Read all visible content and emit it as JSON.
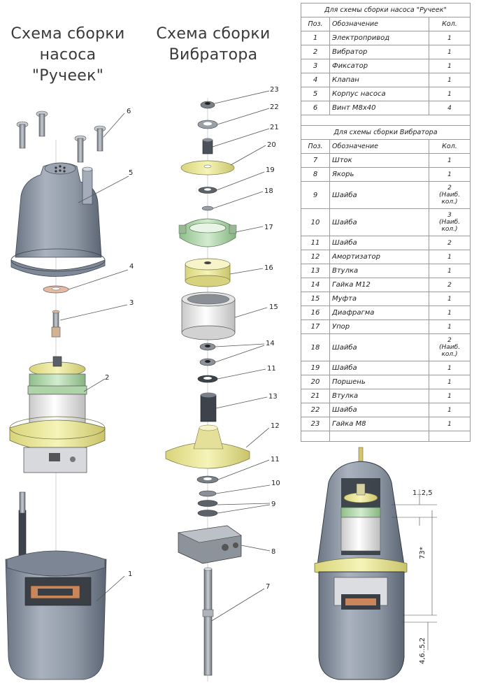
{
  "titles": {
    "left": "Схема сборки насоса \"Ручеек\"",
    "middle": "Схема сборки Вибратора"
  },
  "table": {
    "section1_title": "Для схемы сборки насоса \"Ручеек\"",
    "section2_title": "Для схемы сборки Вибратора",
    "columns": {
      "pos": "Поз.",
      "name": "Обозначение",
      "qty": "Кол."
    },
    "pump_parts": [
      {
        "pos": "1",
        "name": "Электропривод",
        "qty": "1"
      },
      {
        "pos": "2",
        "name": "Вибратор",
        "qty": "1"
      },
      {
        "pos": "3",
        "name": "Фиксатор",
        "qty": "1"
      },
      {
        "pos": "4",
        "name": "Клапан",
        "qty": "1"
      },
      {
        "pos": "5",
        "name": "Корпус насоса",
        "qty": "1"
      },
      {
        "pos": "6",
        "name": "Винт М8х40",
        "qty": "4"
      }
    ],
    "vibrator_parts": [
      {
        "pos": "7",
        "name": "Шток",
        "qty": "1",
        "note": ""
      },
      {
        "pos": "8",
        "name": "Якорь",
        "qty": "1",
        "note": ""
      },
      {
        "pos": "9",
        "name": "Шайба",
        "qty": "2",
        "note": "(Наиб. кол.)"
      },
      {
        "pos": "10",
        "name": "Шайба",
        "qty": "3",
        "note": "(Наиб. кол.)"
      },
      {
        "pos": "11",
        "name": "Шайба",
        "qty": "2",
        "note": ""
      },
      {
        "pos": "12",
        "name": "Амортизатор",
        "qty": "1",
        "note": ""
      },
      {
        "pos": "13",
        "name": "Втулка",
        "qty": "1",
        "note": ""
      },
      {
        "pos": "14",
        "name": "Гайка М12",
        "qty": "2",
        "note": ""
      },
      {
        "pos": "15",
        "name": "Муфта",
        "qty": "1",
        "note": ""
      },
      {
        "pos": "16",
        "name": "Диафрагма",
        "qty": "1",
        "note": ""
      },
      {
        "pos": "17",
        "name": "Упор",
        "qty": "1",
        "note": ""
      },
      {
        "pos": "18",
        "name": "Шайба",
        "qty": "2",
        "note": "(Наиб. кол.)"
      },
      {
        "pos": "19",
        "name": "Шайба",
        "qty": "1",
        "note": ""
      },
      {
        "pos": "20",
        "name": "Поршень",
        "qty": "1",
        "note": ""
      },
      {
        "pos": "21",
        "name": "Втулка",
        "qty": "1",
        "note": ""
      },
      {
        "pos": "22",
        "name": "Шайба",
        "qty": "1",
        "note": ""
      },
      {
        "pos": "23",
        "name": "Гайка М8",
        "qty": "1",
        "note": ""
      }
    ]
  },
  "callouts": {
    "c1": "1",
    "c2": "2",
    "c3": "3",
    "c4": "4",
    "c5": "5",
    "c6": "6",
    "c7": "7",
    "c8": "8",
    "c9": "9",
    "c10": "10",
    "c11a": "11",
    "c11b": "11",
    "c12": "12",
    "c13": "13",
    "c14": "14",
    "c15": "15",
    "c16": "16",
    "c17": "17",
    "c18": "18",
    "c19": "19",
    "c20": "20",
    "c21": "21",
    "c22": "22",
    "c23": "23"
  },
  "dimensions": {
    "gap_top": "1..2,5",
    "height": "73*",
    "gap_bottom": "4,6..5,2"
  },
  "colors": {
    "housing": "#8e98a6",
    "housing_dark": "#5f6a78",
    "yellow": "#ecec9a",
    "yellow_dark": "#c8c46a",
    "green": "#b9dcb4",
    "coil": "#f3f3f3",
    "metal": "#9aa0a8",
    "dark": "#3d434b"
  }
}
